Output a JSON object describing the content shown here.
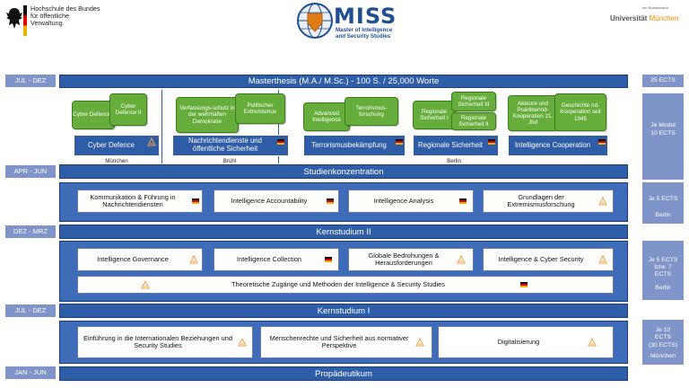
{
  "header": {
    "hs_line1": "Hochschule des Bundes",
    "hs_line2": "für öffentliche",
    "hs_line3": "Verwaltung",
    "miss_title": "MISS",
    "miss_subtitle_1": "Master of Intelligence",
    "miss_subtitle_2": "and Security Studies",
    "unibw_small": "der Bundeswehr",
    "unibw_name": "Universität",
    "unibw_city": "München"
  },
  "timeline": {
    "t1": "JUL - DEZ",
    "t2": "APR - JUN",
    "t3": "DEZ - MRZ",
    "t4": "JUL - DEZ",
    "t5": "JAN - JUN"
  },
  "ects": {
    "e1": "25 ECTS",
    "e2_1": "Je Modul",
    "e2_2": "10 ECTS",
    "e3_1": "Je 5 ECTS",
    "e3_2": "Berlin",
    "e4_1": "Je 5 ECTS",
    "e4_2": "bzw. 7",
    "e4_3": "ECTS",
    "e4_4": "Berlin",
    "e5_1": "Je 10",
    "e5_2": "ECTS",
    "e5_3": "(30 ECTS)",
    "e5_4": "München"
  },
  "bars": {
    "masterthesis": "Masterthesis (M.A./ M.Sc.) - 100 S. / 25,000 Worte",
    "studienkonzentration": "Studienkonzentration",
    "kernstudium2": "Kernstudium II",
    "kernstudium1": "Kernstudium I",
    "propaedeutikum": "Propädeutikum"
  },
  "concentration": {
    "cyber_a": "Cyber Defence I",
    "cyber_b": "Cyber Defence II",
    "nd_a": "Verfassungs-schutz in der wehrhaften Demokratie",
    "nd_b": "Politischer Extremismus",
    "terror_a": "Advanced Intelligence",
    "terror_b": "Terrorismus-forschung",
    "reg_a": "Regionale Sicherheit I",
    "reg_b": "Regionale Sicherheit II",
    "reg_c": "Regionale Sicherheit III",
    "coop_a": "Akteure und Praktikennd-Kooperation 21. Jhd",
    "coop_b": "Geschichte nd-Kooperation seit 1945",
    "sec_cyber": "Cyber Defence",
    "sec_nd": "Nachrichtendienste und öffentliche Sicherheit",
    "sec_terror": "Terrorismusbekämpfung",
    "sec_reg": "Regionale Sicherheit",
    "sec_coop": "Intelligence Cooperation",
    "loc_muenchen": "München",
    "loc_bruehl": "Brühl",
    "loc_berlin": "Berlin"
  },
  "kern2_row1": {
    "m1": "Kommunikation  & Führung in Nachrichtendiensten",
    "m2": "Intelligence Accountability",
    "m3": "Intelligence Analysis",
    "m4": "Grundlagen der Extremismusforschung"
  },
  "kern2_row2": {
    "m1": "Intelligence Governance",
    "m2": "Intelligence Collection",
    "m3": "Globale Bedrohungen & Herausforderungen",
    "m4": "Intelligence & Cyber Security",
    "m5": "Theoretische Zugänge und Methoden  der Intelligence & Security Studies"
  },
  "kern1": {
    "m1": "Einführung in die Internationalen Beziehungen und Security Studies",
    "m2": "Menschenrechte und Sicherheit aus normativer  Perspektive",
    "m3": "Digitalisierung"
  },
  "colors": {
    "bar_blue": "#2f5ea8",
    "panel_blue": "#3e6cb8",
    "side_blue": "#7f95c9",
    "green": "#66ad3c"
  }
}
